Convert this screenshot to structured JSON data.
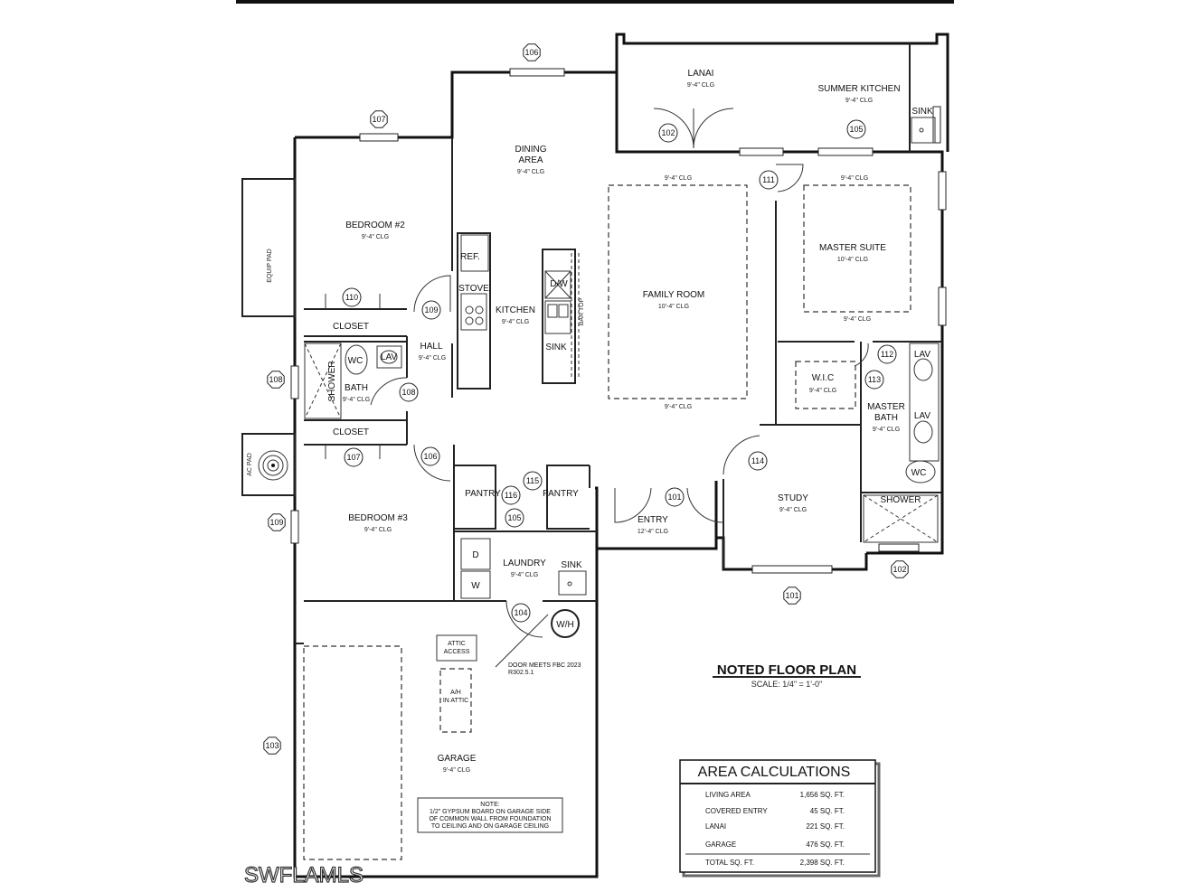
{
  "rooms": {
    "lanai": {
      "name": "LANAI",
      "ceiling": "9'-4\" CLG"
    },
    "summer_kitchen": {
      "name": "SUMMER KITCHEN",
      "ceiling": "9'-4\" CLG"
    },
    "dining": {
      "name_line1": "DINING",
      "name_line2": "AREA",
      "ceiling": "9'-4\" CLG"
    },
    "bedroom2": {
      "name": "BEDROOM #2",
      "ceiling": "9'-4\" CLG"
    },
    "kitchen": {
      "name": "KITCHEN",
      "ceiling": "9'-4\" CLG"
    },
    "family": {
      "name": "FAMILY ROOM",
      "ceiling": "10'-4\" CLG"
    },
    "master_suite": {
      "name": "MASTER SUITE",
      "ceiling": "10'-4\" CLG"
    },
    "hall": {
      "name": "HALL",
      "ceiling": "9'-4\" CLG"
    },
    "bath": {
      "name": "BATH",
      "ceiling": "9'-4\" CLG"
    },
    "wic": {
      "name": "W.I.C",
      "ceiling": "9'-4\" CLG"
    },
    "master_bath": {
      "name_line1": "MASTER",
      "name_line2": "BATH",
      "ceiling": "9'-4\" CLG"
    },
    "bedroom3": {
      "name": "BEDROOM #3",
      "ceiling": "9'-4\" CLG"
    },
    "entry": {
      "name": "ENTRY",
      "ceiling": "12'-4\" CLG"
    },
    "study": {
      "name": "STUDY",
      "ceiling": "9'-4\" CLG"
    },
    "laundry": {
      "name": "LAUNDRY",
      "ceiling": "9'-4\" CLG"
    },
    "garage": {
      "name": "GARAGE",
      "ceiling": "9'-4\" CLG"
    }
  },
  "ceiling_notes": {
    "family_top_left": "9'-4\" CLG",
    "family_top_right": "9'-4\" CLG",
    "family_bottom": "9'-4\" CLG",
    "master_bottom": "9'-4\" CLG"
  },
  "fixtures": {
    "sink_summer": "SINK",
    "ref": "REF.",
    "stove": "STOVE",
    "dw": "D/W",
    "sink_kitchen": "SINK",
    "bar_top": "BAR TOP",
    "closet_upper": "CLOSET",
    "closet_lower": "CLOSET",
    "wc_bath": "WC",
    "lav_bath": "LAV",
    "shower_bath": "SHOWER",
    "lav_master_1": "LAV",
    "lav_master_2": "LAV",
    "wc_master": "WC",
    "shower_master": "SHOWER",
    "pantry_left": "PANTRY",
    "pantry_right": "PANTRY",
    "dryer": "D",
    "washer": "W",
    "sink_laundry": "SINK",
    "water_heater": "W/H",
    "equip_pad": "EQUIP PAD",
    "ac_pad": "AC PAD"
  },
  "tags": [
    "106",
    "107",
    "102",
    "105",
    "111",
    "110",
    "109",
    "108",
    "112",
    "113",
    "107",
    "106",
    "116",
    "115",
    "105",
    "101",
    "114",
    "102",
    "101",
    "109",
    "104",
    "108",
    "103"
  ],
  "notes": {
    "attic_line1": "ATTIC",
    "attic_line2": "ACCESS",
    "ah_line1": "A/H",
    "ah_line2": "IN ATTIC",
    "door_fbc_line1": "DOOR MEETS FBC 2023",
    "door_fbc_line2": "R302.5.1",
    "gypsum_title": "NOTE:",
    "gypsum_line1": "1/2\" GYPSUM BOARD ON GARAGE SIDE",
    "gypsum_line2": "OF COMMON WALL FROM FOUNDATION",
    "gypsum_line3": "TO CEILING AND ON GARAGE CEILING"
  },
  "plan_title": "NOTED FLOOR PLAN",
  "plan_scale": "SCALE: 1/4\" = 1'-0\"",
  "area_calculations": {
    "title": "AREA CALCULATIONS",
    "rows": [
      {
        "label": "LIVING AREA",
        "value": "1,656 SQ. FT."
      },
      {
        "label": "COVERED ENTRY",
        "value": "45 SQ. FT."
      },
      {
        "label": "LANAI",
        "value": "221 SQ. FT."
      },
      {
        "label": "GARAGE",
        "value": "476 SQ. FT."
      },
      {
        "label": "TOTAL SQ. FT.",
        "value": "2,398 SQ. FT."
      }
    ]
  },
  "watermark": "SWFLAMLS"
}
